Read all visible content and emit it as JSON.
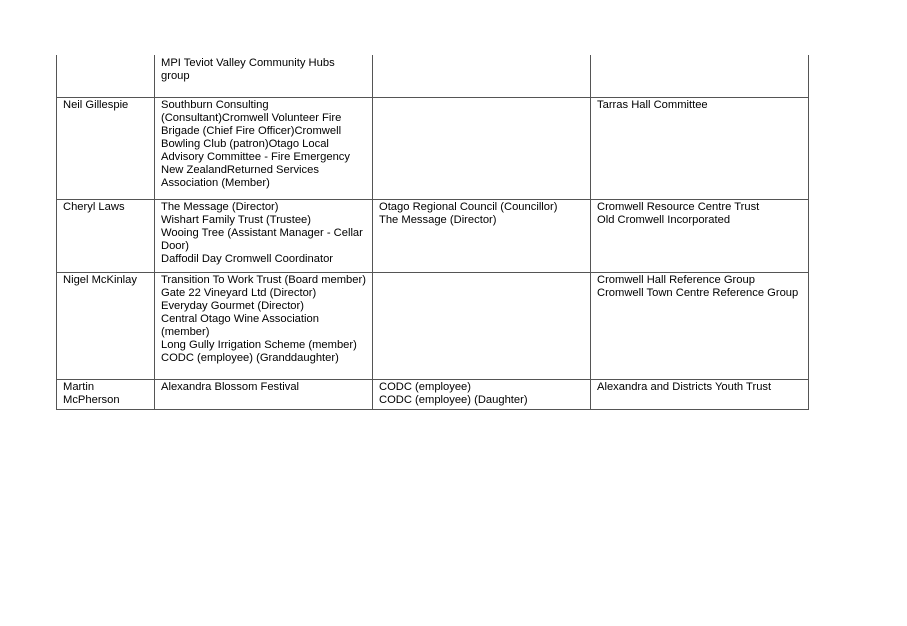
{
  "table": {
    "rows": [
      {
        "name": [],
        "col2": [
          "MPI Teviot Valley Community Hubs group"
        ],
        "col3": [],
        "col4": []
      },
      {
        "name": [
          "Neil Gillespie"
        ],
        "col2": [
          "Southburn Consulting (Consultant)Cromwell Volunteer Fire Brigade (Chief Fire Officer)Cromwell Bowling Club (patron)Otago Local Advisory Committee - Fire Emergency New ZealandReturned Services Association (Member)"
        ],
        "col3": [],
        "col4": [
          "Tarras Hall Committee"
        ]
      },
      {
        "name": [
          "Cheryl Laws"
        ],
        "col2": [
          "The Message (Director)",
          "Wishart Family Trust (Trustee)",
          "Wooing Tree (Assistant Manager - Cellar Door)",
          "Daffodil Day Cromwell Coordinator"
        ],
        "col3": [
          "Otago Regional Council (Councillor)",
          "The Message (Director)"
        ],
        "col4": [
          "Cromwell Resource Centre Trust",
          "Old Cromwell Incorporated"
        ]
      },
      {
        "name": [
          "Nigel McKinlay"
        ],
        "col2": [
          "Transition To Work Trust (Board member)",
          "Gate 22 Vineyard Ltd (Director)",
          "Everyday Gourmet (Director)",
          "Central Otago Wine Association (member)",
          "Long Gully Irrigation Scheme (member)",
          "CODC (employee) (Granddaughter)"
        ],
        "col3": [],
        "col4": [
          "Cromwell Hall Reference Group",
          "Cromwell Town Centre Reference Group"
        ]
      },
      {
        "name": [
          "Martin McPherson"
        ],
        "col2": [
          "Alexandra Blossom Festival"
        ],
        "col3": [
          "CODC (employee)",
          "CODC (employee) (Daughter)"
        ],
        "col4": [
          "Alexandra and Districts Youth Trust"
        ]
      }
    ]
  }
}
